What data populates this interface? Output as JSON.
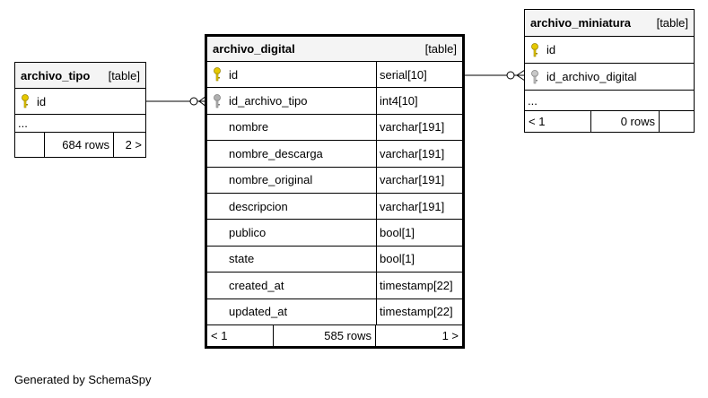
{
  "tables": {
    "archivo_digital": {
      "name": "archivo_digital",
      "kind": "[table]",
      "columns": [
        {
          "name": "id",
          "type": "serial[10]",
          "key": "primary"
        },
        {
          "name": "id_archivo_tipo",
          "type": "int4[10]",
          "key": "foreign"
        },
        {
          "name": "nombre",
          "type": "varchar[191]",
          "key": "none"
        },
        {
          "name": "nombre_descarga",
          "type": "varchar[191]",
          "key": "none"
        },
        {
          "name": "nombre_original",
          "type": "varchar[191]",
          "key": "none"
        },
        {
          "name": "descripcion",
          "type": "varchar[191]",
          "key": "none"
        },
        {
          "name": "publico",
          "type": "bool[1]",
          "key": "none"
        },
        {
          "name": "state",
          "type": "bool[1]",
          "key": "none"
        },
        {
          "name": "created_at",
          "type": "timestamp[22]",
          "key": "none"
        },
        {
          "name": "updated_at",
          "type": "timestamp[22]",
          "key": "none"
        }
      ],
      "footer": {
        "left": "< 1",
        "rows": "585 rows",
        "right": "1 >"
      }
    },
    "archivo_tipo": {
      "name": "archivo_tipo",
      "kind": "[table]",
      "columns": [
        {
          "name": "id",
          "key": "primary"
        }
      ],
      "ellipsis": "...",
      "footer": {
        "left": "",
        "rows": "684 rows",
        "right": "2 >"
      }
    },
    "archivo_miniatura": {
      "name": "archivo_miniatura",
      "kind": "[table]",
      "columns": [
        {
          "name": "id",
          "key": "primary"
        },
        {
          "name": "id_archivo_digital",
          "key": "foreign"
        }
      ],
      "ellipsis": "...",
      "footer": {
        "left": "< 1",
        "rows": "0 rows",
        "right": ""
      }
    }
  },
  "key_colors": {
    "primary": "#e6c800",
    "foreign": "#b0b0b0"
  },
  "generated_by": "Generated by SchemaSpy"
}
